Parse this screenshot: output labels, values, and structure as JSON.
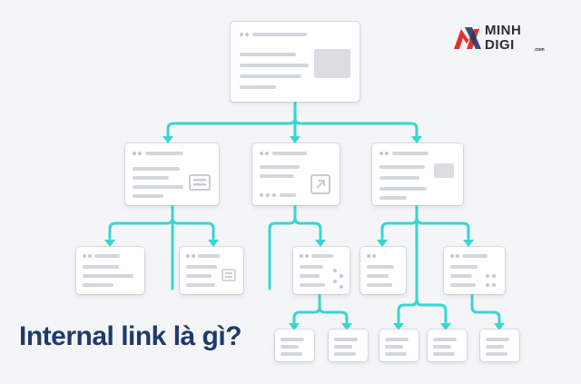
{
  "brand": {
    "name_line1": "MINH",
    "name_line2": "DIGI",
    "domain_suffix": ".com",
    "icon": "minhdigi-logo-mark",
    "colors": {
      "red": "#e2322b",
      "navy": "#1f3b6a",
      "text": "#2a2f3a"
    }
  },
  "headline": "Internal link là gì?",
  "diagram": {
    "connector_color": "#38d6d3",
    "structure": "tree",
    "icons": [
      "layout-icon",
      "external-link-icon",
      "image-placeholder-icon"
    ]
  }
}
